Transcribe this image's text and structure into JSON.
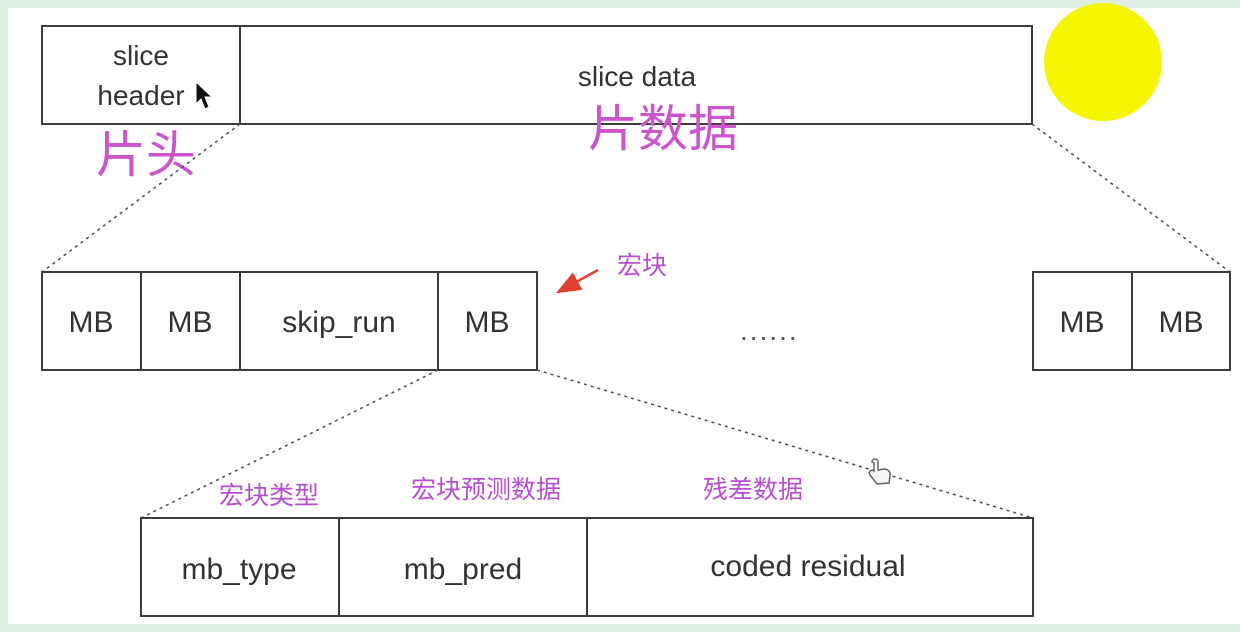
{
  "top_row": {
    "slice_header_line1": "slice",
    "slice_header_line2": "header",
    "slice_data": "slice data"
  },
  "annotations": {
    "slice_header_zh": "片头",
    "slice_data_zh": "片数据",
    "macroblock_zh": "宏块",
    "mb_type_zh": "宏块类型",
    "mb_pred_zh": "宏块预测数据",
    "residual_zh": "残差数据"
  },
  "middle_row": {
    "cells": [
      "MB",
      "MB",
      "skip_run",
      "MB"
    ],
    "ellipsis": "......",
    "right_cells": [
      "MB",
      "MB"
    ]
  },
  "bottom_row": {
    "cells": [
      "mb_type",
      "mb_pred",
      "coded residual"
    ]
  },
  "colors": {
    "annotation": "#b84ed0",
    "sun": "#f5f500",
    "arrow": "#e04030"
  }
}
